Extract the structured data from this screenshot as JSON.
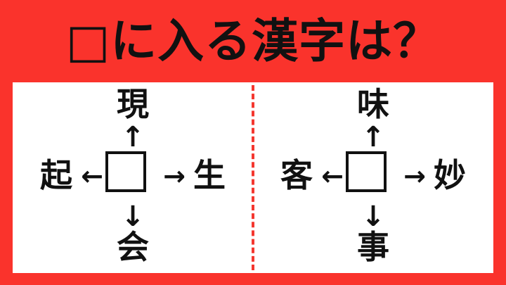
{
  "background_color": "#fa332c",
  "panel_color": "#ffffff",
  "text_color": "#111111",
  "divider_color": "#f4372f",
  "header": {
    "title": "□に入る漢字は？"
  },
  "puzzles": [
    {
      "name": "left-puzzle",
      "top": "現",
      "left": "起",
      "right": "生",
      "bottom": "会",
      "center": "",
      "arrows": {
        "up": "↑",
        "down": "↓",
        "left": "←",
        "right": "→"
      }
    },
    {
      "name": "right-puzzle",
      "top": "味",
      "left": "客",
      "right": "妙",
      "bottom": "事",
      "center": "",
      "arrows": {
        "up": "↑",
        "down": "↓",
        "left": "←",
        "right": "→"
      }
    }
  ]
}
